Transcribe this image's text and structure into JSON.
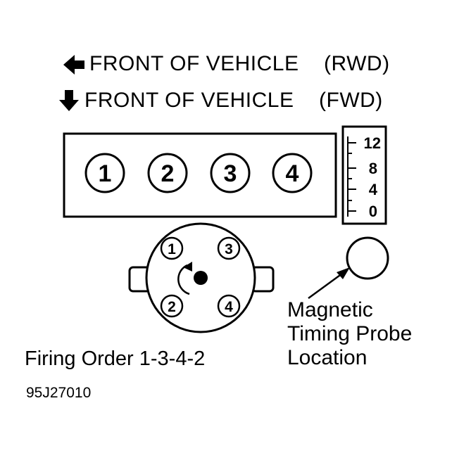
{
  "orientation": {
    "rwd_arrow_icon": "arrow-left-icon",
    "rwd_front": "FRONT OF VEHICLE",
    "rwd_tag": "(RWD)",
    "fwd_arrow_icon": "arrow-down-icon",
    "fwd_front": "FRONT OF VEHICLE",
    "fwd_tag": "(FWD)"
  },
  "engine": {
    "cylinders": [
      "1",
      "2",
      "3",
      "4"
    ]
  },
  "timing_scale": {
    "marks": [
      "12",
      "8",
      "4",
      "0"
    ]
  },
  "distributor": {
    "terminals": {
      "top_left": "1",
      "top_right": "3",
      "bottom_left": "2",
      "bottom_right": "4"
    },
    "rotation_icon": "rotation-arrow-icon"
  },
  "probe_label_lines": [
    "Magnetic",
    "Timing Probe",
    "Location"
  ],
  "firing_order": "Firing Order 1-3-4-2",
  "figure_id": "95J27010"
}
